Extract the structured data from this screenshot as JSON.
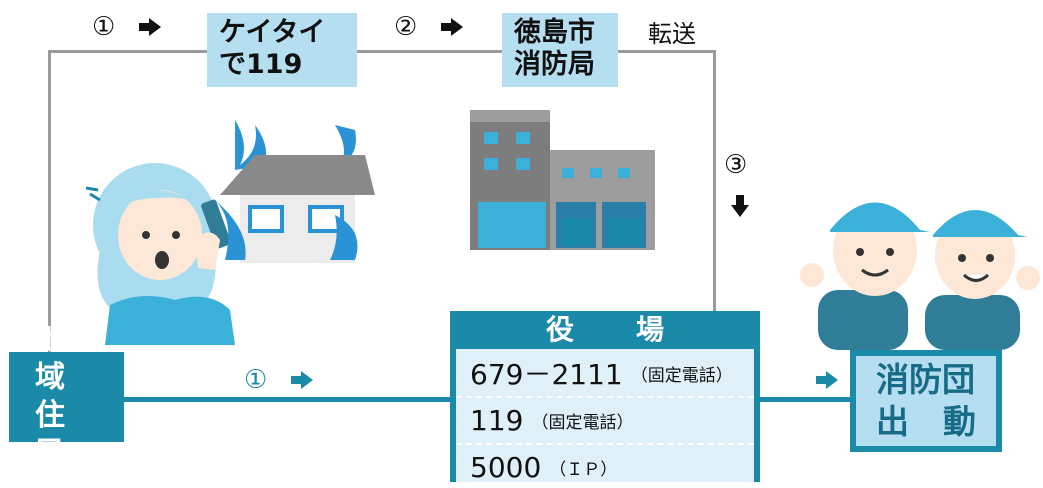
{
  "steps": {
    "step1_top": "①",
    "step2": "②",
    "step3": "③",
    "step1_bottom": "①"
  },
  "boxes": {
    "mobile_line1": "ケイタイ",
    "mobile_line2": "で119",
    "fire_line1": "徳島市",
    "fire_line2": "消防局"
  },
  "transfer_label": "転送",
  "residents": {
    "line1": "地域",
    "line2": "住民"
  },
  "office": {
    "title": "役場",
    "rows": [
      {
        "number": "679－2111",
        "note": "（固定電話）"
      },
      {
        "number": "119",
        "note": "（固定電話）"
      },
      {
        "number": "5000",
        "note": "（ＩＰ）"
      }
    ]
  },
  "dispatch": {
    "line1": "消防団",
    "line2": "出動"
  },
  "colors": {
    "teal": "#1b8aa8",
    "light_blue": "#b5def0",
    "pale_blue": "#dff0f8",
    "gray_line": "#9a9a9a"
  },
  "icons": [
    "right-arrow-icon",
    "down-arrow-icon",
    "woman-phone-illustration",
    "burning-house-illustration",
    "fire-station-illustration",
    "firefighters-illustration"
  ]
}
